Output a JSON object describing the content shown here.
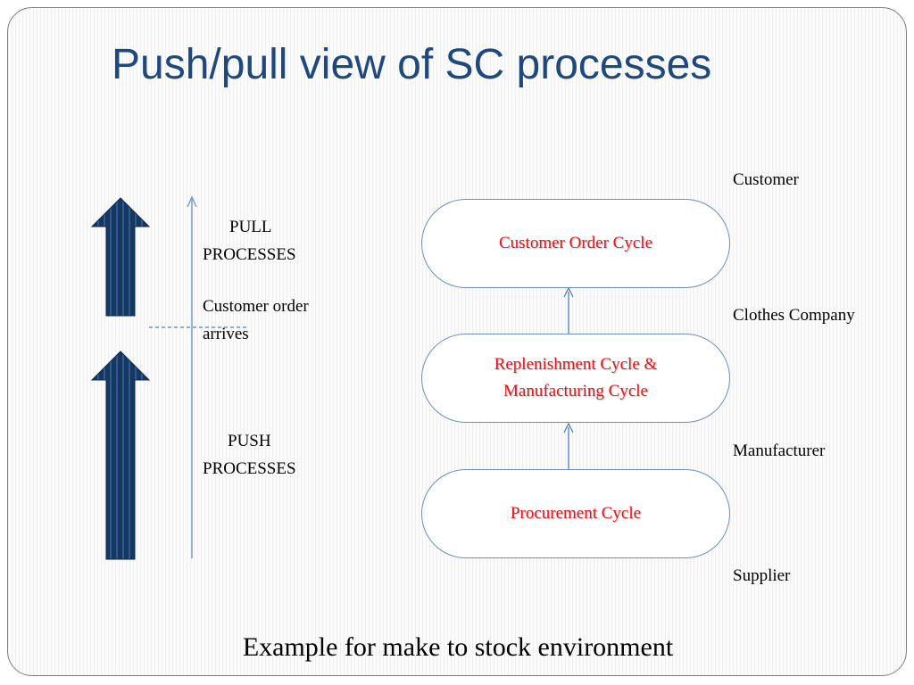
{
  "slide": {
    "title": "Push/pull view of SC processes",
    "footer": "Example for make to stock environment"
  },
  "left": {
    "pull_line1": "PULL",
    "pull_line2": "PROCESSES",
    "order_line1": "Customer order",
    "order_line2": "arrives",
    "push_line1": "PUSH",
    "push_line2": "PROCESSES"
  },
  "cycles": [
    {
      "line1": "Customer Order Cycle",
      "line2": ""
    },
    {
      "line1": "Replenishment Cycle &",
      "line2": "Manufacturing Cycle"
    },
    {
      "line1": "Procurement Cycle",
      "line2": ""
    }
  ],
  "stages": [
    "Customer",
    "Clothes Company",
    "Manufacturer",
    "Supplier"
  ],
  "colors": {
    "title": "#1f497d",
    "cycle_text": "#e8141b",
    "cycle_border": "#6f8fc0",
    "arrow_fill": "#17375e",
    "connector": "#4f81bd"
  }
}
